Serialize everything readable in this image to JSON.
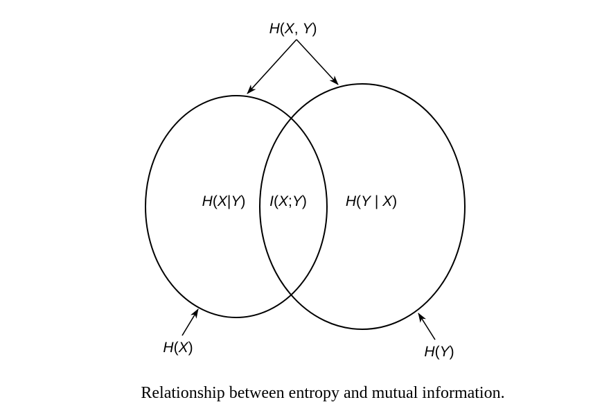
{
  "labels": {
    "joint": [
      {
        "t": "H",
        "i": true
      },
      {
        "t": "(",
        "i": false
      },
      {
        "t": "X",
        "i": true
      },
      {
        "t": ", ",
        "i": false
      },
      {
        "t": "Y",
        "i": true
      },
      {
        "t": ")",
        "i": false
      }
    ],
    "cond_x_given_y": [
      {
        "t": "H",
        "i": true
      },
      {
        "t": "(",
        "i": false
      },
      {
        "t": "X",
        "i": true
      },
      {
        "t": "|",
        "i": false
      },
      {
        "t": "Y",
        "i": true
      },
      {
        "t": ")",
        "i": false
      }
    ],
    "mutual": [
      {
        "t": "I",
        "i": true
      },
      {
        "t": "(",
        "i": false
      },
      {
        "t": "X",
        "i": true
      },
      {
        "t": ";",
        "i": false
      },
      {
        "t": "Y",
        "i": true
      },
      {
        "t": ")",
        "i": false
      }
    ],
    "cond_y_given_x": [
      {
        "t": "H",
        "i": true
      },
      {
        "t": "(",
        "i": false
      },
      {
        "t": "Y",
        "i": true
      },
      {
        "t": " | ",
        "i": false
      },
      {
        "t": "X",
        "i": true
      },
      {
        "t": ")",
        "i": false
      }
    ],
    "entropy_x": [
      {
        "t": "H",
        "i": true
      },
      {
        "t": "(",
        "i": false
      },
      {
        "t": "X",
        "i": true
      },
      {
        "t": ")",
        "i": false
      }
    ],
    "entropy_y": [
      {
        "t": "H",
        "i": true
      },
      {
        "t": "(",
        "i": false
      },
      {
        "t": "Y",
        "i": true
      },
      {
        "t": ")",
        "i": false
      }
    ]
  },
  "caption": "Relationship between entropy and mutual information."
}
